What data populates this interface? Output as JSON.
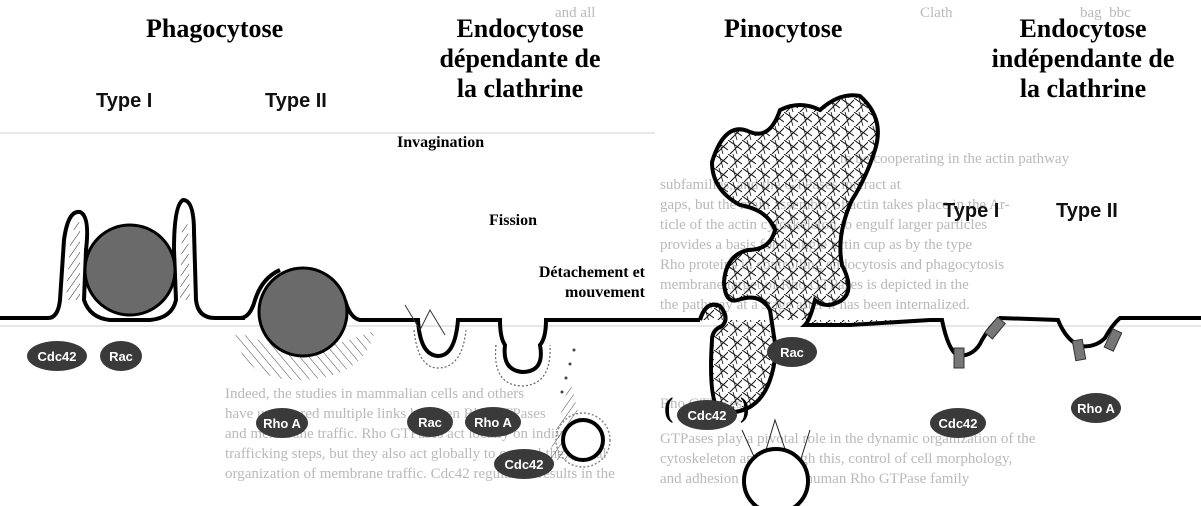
{
  "titles": {
    "phagocytose": "Phagocytose",
    "endo_clathrine": "Endocytose\ndépendante de\nla clathrine",
    "pinocytose": "Pinocytose",
    "endo_independante": "Endocytose\nindépendante de\nla clathrine"
  },
  "type_labels": {
    "phago_type1": "Type I",
    "phago_type2": "Type II",
    "indep_type1": "Type I",
    "indep_type2": "Type II"
  },
  "steps": {
    "invagination": "Invagination",
    "fission": "Fission",
    "detachement": "Détachement et\nmouvement"
  },
  "gtpases": {
    "phago_cdc42": "Cdc42",
    "phago_rac": "Rac",
    "phago_rhoa": "Rho A",
    "clath_rac": "Rac",
    "clath_rhoa": "Rho A",
    "clath_cdc42": "Cdc42",
    "pino_rac": "Rac",
    "pino_cdc42": "Cdc42",
    "indep_cdc42": "Cdc42",
    "indep_rhoa": "Rho A"
  },
  "paren_open": "(",
  "paren_close": ")",
  "background_text": {
    "line1": "gaps, but the main assembly of actin takes place in the Ar-",
    "line2": "ticle of the actin cytoskeleton to engulf larger particles",
    "line3": "provides a basis for a single actin cup as by the type",
    "line4": "Rho proteins in controlling endocytosis and phagocytosis",
    "line5": "membrane target of Rho GTPases is depicted in the",
    "line6": "the pathway at a stage after it has been internalized.",
    "right1": "subfamilies, and the GTPases interact at",
    "right2": "to be cooperating in the actin pathway",
    "left1": "Indeed, the studies in mammalian cells and others",
    "left2": "have uncovered multiple links between Rho GTPases",
    "left3": "and membrane traffic. Rho GTPases act locally on individual",
    "left4": "trafficking steps, but they also act globally to control the spatial",
    "left5": "organization of membrane traffic. Cdc42 regulation results in the",
    "bright1": "Rho GTPases",
    "bright2": "GTPases play a pivotal role in the dynamic organization of the",
    "bright3": "cytoskeleton and, through this, control of cell morphology,",
    "bright4": "and adhesion [1,2]. The human Rho GTPase family",
    "top1": "and all",
    "top2": "Clath",
    "top3": "bag  bbc"
  },
  "colors": {
    "pill": "#3a3a3a",
    "bead": "#6a6a6a",
    "membrane": "#000000",
    "ghost_text": "#b9b9b9"
  }
}
